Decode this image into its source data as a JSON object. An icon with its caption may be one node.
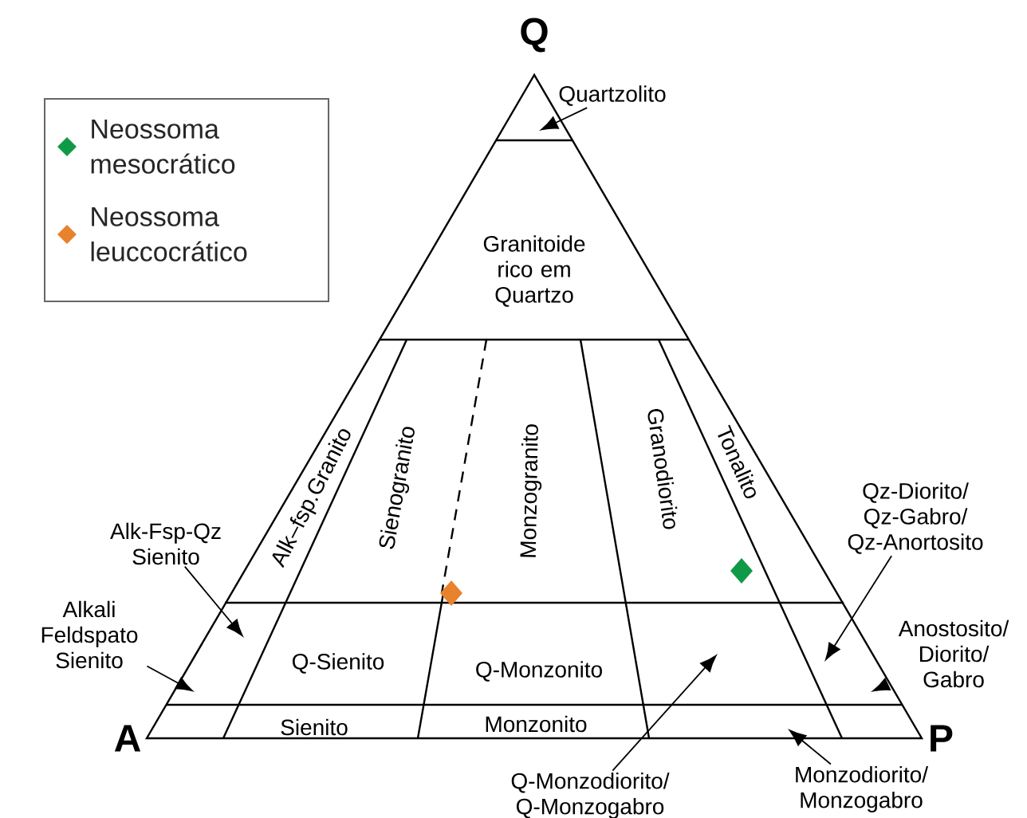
{
  "diagram": {
    "nodes": [
      {
        "text": [
          "Quartzolito"
        ]
      },
      {
        "text": [
          "Alk-Fsp-Qz Sienito"
        ]
      },
      {
        "text": [
          "Alkali Feldspato Sienito"
        ]
      },
      {
        "text": [
          "Qz-Diorito/ Qz-Gabro/ Qz-Anortosito"
        ]
      },
      {
        "text": [
          "Anostosito/ Diorito/ Gabro"
        ]
      },
      {
        "text": [
          "Q-Monzodiorito/ Q-Monzogabro"
        ]
      },
      {
        "text": [
          "Monzodiorito/ Monzogabro"
        ]
      }
    ],
    "edges": [
      {
        "from": 0,
        "to": null,
        "arrow": "to"
      },
      {
        "from": 1,
        "to": null,
        "arrow": "to"
      },
      {
        "from": 2,
        "to": null,
        "arrow": "to"
      },
      {
        "from": 3,
        "to": null,
        "arrow": "to"
      },
      {
        "from": 4,
        "to": null,
        "arrow": "to"
      },
      {
        "from": 5,
        "to": null,
        "arrow": "to"
      },
      {
        "from": 6,
        "to": null,
        "arrow": "to"
      }
    ],
    "labels": [
      "Q",
      "Granitoide rico em Quartzo",
      "Alk–fsp.Granito",
      "Sienogranito",
      "Monzogranito",
      "Granodiorito",
      "Tonalito",
      "Q-Sienito",
      "Q-Monzonito",
      "A",
      "Sienito",
      "Monzonito",
      "P"
    ],
    "legend": [
      {
        "text": "Neossoma mesocrático",
        "color": "#109a48"
      },
      {
        "text": "Neossoma leuccocrático",
        "color": "#e8822c"
      }
    ]
  }
}
